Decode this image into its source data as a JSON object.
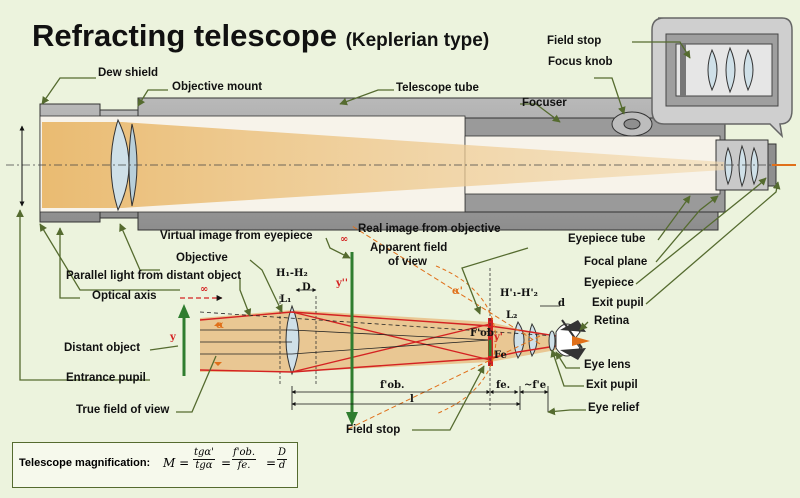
{
  "title": {
    "main": "Refracting telescope",
    "sub": "(Keplerian type)"
  },
  "labels": {
    "dew_shield": "Dew shield",
    "objective_mount": "Objective mount",
    "telescope_tube": "Telescope tube",
    "focuser": "Focuser",
    "field_stop_top": "Field stop",
    "focus_knob": "Focus knob",
    "eyepiece_tube": "Eyepiece tube",
    "focal_plane": "Focal plane",
    "eyepiece": "Eyepiece",
    "exit_pupil_1": "Exit pupil",
    "retina": "Retina",
    "eye_lens": "Eye lens",
    "exit_pupil_2": "Exit pupil",
    "eye_relief": "Eye relief",
    "virtual_image": "Virtual image from eyepiece",
    "real_image": "Real image from objective",
    "apparent_field": "Apparent field",
    "apparent_field_2": "of view",
    "objective": "Objective",
    "parallel_light": "Parallel light from distant object",
    "optical_axis": "Optical axis",
    "distant_object": "Distant object",
    "entrance_pupil": "Entrance pupil",
    "true_field": "True field of view",
    "field_stop_bottom": "Field stop"
  },
  "symbols": {
    "h1h2": "H₁-H₂",
    "l1": "L₁",
    "d_upper": "D",
    "infinity_1": "∞",
    "infinity_2": "∞",
    "y_dbl": "y''",
    "y": "y",
    "y_prime": "y'",
    "alpha": "α",
    "alpha_prime": "α'",
    "fob": "F'ob",
    "fe": "Fe",
    "h1h2_prime": "H'₁-H'₂",
    "l2": "L₂",
    "d_lower": "d",
    "f_ob": "f'ob.",
    "f_e": "fe.",
    "f_e_prime": "~f'e",
    "l": "l"
  },
  "formula": {
    "label": "Telescope magnification:",
    "m": "M =",
    "num1": "tgα'",
    "den1": "tgα",
    "num2": "f'ob.",
    "den2": "fe.",
    "num3": "D",
    "den3": "d",
    "eq": "="
  },
  "colors": {
    "background": "#ecf3dd",
    "tube": "#a2a2a2",
    "light": "#e4b36a",
    "ray_red": "#d42222",
    "accent_orange": "#e0701a",
    "leader_green": "#556b2f",
    "object_green": "#2f7d2f"
  }
}
